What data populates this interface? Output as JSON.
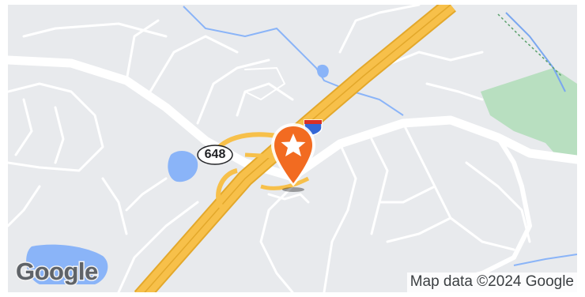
{
  "map": {
    "logo_text": "Google",
    "attribution": "Map data ©2024 Google",
    "route_shield": "648",
    "colors": {
      "land": "#e8eaed",
      "road": "#ffffff",
      "highway": "#f7c04a",
      "highway_edge": "#e3a82b",
      "water": "#8ab4f8",
      "stream": "#7aa7f0",
      "park": "#b8dfc0",
      "pin": "#f26b21",
      "interstate_shield": "#3367d6"
    },
    "marker": {
      "icon": "star-icon",
      "type": "location-pin"
    }
  }
}
